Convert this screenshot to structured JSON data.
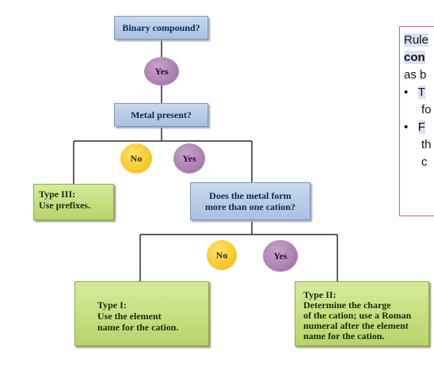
{
  "flowchart": {
    "q1": "Binary compound?",
    "yes1": "Yes",
    "q2": "Metal present?",
    "no2": "No",
    "yes2": "Yes",
    "type3_line1": "Type III:",
    "type3_line2": "Use prefixes.",
    "q3_line1": "Does the metal form",
    "q3_line2": "more than one cation?",
    "no3": "No",
    "yes3": "Yes",
    "type1_line1": "Type I:",
    "type1_line2": "Use the element",
    "type1_line3": "name for the cation.",
    "type2_line1": "Type II:",
    "type2_line2": "Determine the charge",
    "type2_line3": "of the cation; use a Roman",
    "type2_line4": "numeral after the element",
    "type2_line5": "name for the cation."
  },
  "side_panel": {
    "line1": "Rule",
    "line2": "con",
    "line3": "as b",
    "bullet1_a": "T",
    "bullet1_b": "fo",
    "bullet2_a": "F",
    "bullet2_b": "th",
    "bullet2_c": "c"
  },
  "colors": {
    "question_box": "#b7cbe7",
    "type_box": "#c6df80",
    "yes_circle": "#b488b8",
    "no_circle": "#f7c51b",
    "connector": "#2a2a2a",
    "panel_border": "#e06060"
  }
}
